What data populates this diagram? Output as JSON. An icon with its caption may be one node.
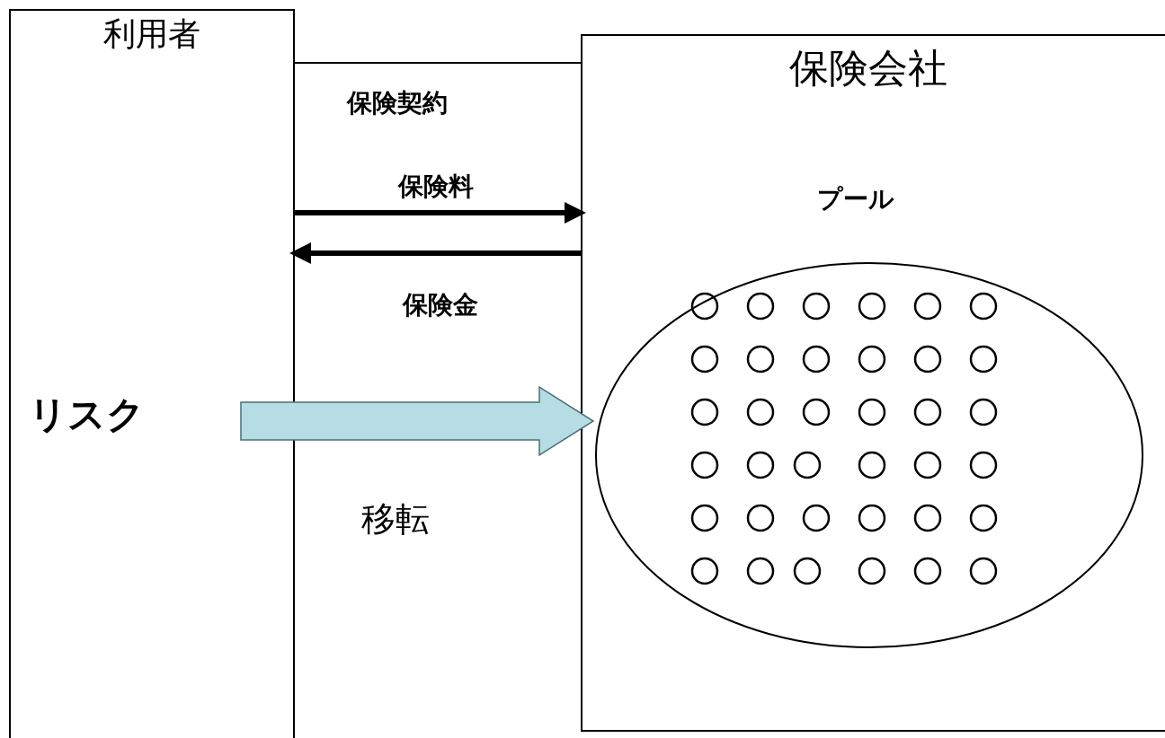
{
  "diagram": {
    "nodes": [
      {
        "text": [
          "利用者"
        ]
      },
      {
        "text": [
          "保険会社"
        ]
      },
      {
        "text": [
          "リスク"
        ],
        "in": 0
      },
      {
        "text": [
          "プール"
        ],
        "in": 1
      }
    ],
    "edges": [
      {
        "from": 0,
        "to": 1,
        "arrow": "to",
        "label": "保険料"
      },
      {
        "from": 1,
        "to": 0,
        "arrow": "to",
        "label": "保険金"
      },
      {
        "from": 2,
        "to": 3,
        "arrow": "to",
        "label": "移転",
        "style": "thick",
        "color": "#b7dde4"
      }
    ],
    "labels": [
      "保険契約"
    ]
  }
}
